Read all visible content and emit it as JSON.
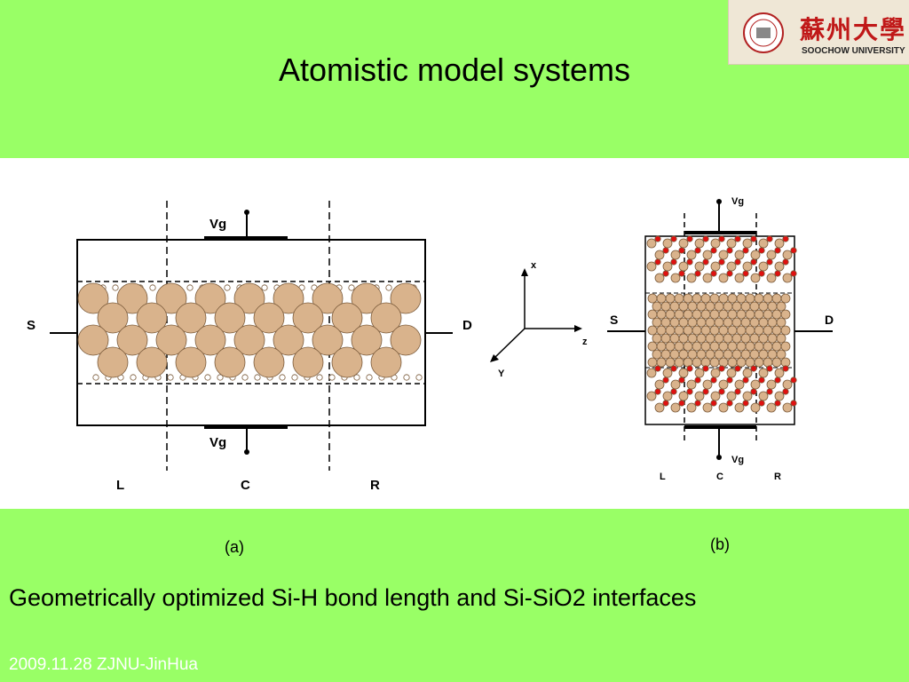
{
  "slide": {
    "title": "Atomistic model systems",
    "caption_a": "(a)",
    "caption_b": "(b)",
    "body": "Geometrically optimized Si-H bond length and Si-SiO2 interfaces",
    "footer": "2009.11.28 ZJNU-JinHua"
  },
  "logo": {
    "text_cn": "蘇州大學",
    "text_en": "SOOCHOW UNIVERSITY"
  },
  "figure_a": {
    "gate_top": "Vg",
    "gate_bottom": "Vg",
    "source": "S",
    "drain": "D",
    "region_left": "L",
    "region_center": "C",
    "region_right": "R"
  },
  "axes": {
    "x": "x",
    "y": "Y",
    "z": "z"
  },
  "figure_b": {
    "gate_top": "Vg",
    "gate_bottom": "Vg",
    "source": "S",
    "drain": "D",
    "region_left": "L",
    "region_center": "C",
    "region_right": "R"
  },
  "colors": {
    "background": "#99ff66",
    "silicon": "#d9b38c",
    "hydrogen": "#ffffff",
    "oxygen": "#e01010"
  }
}
